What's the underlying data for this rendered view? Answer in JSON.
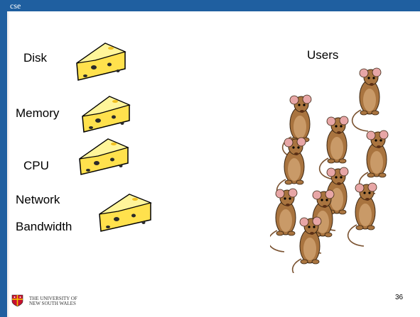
{
  "header": {
    "title": "cse"
  },
  "resources": [
    {
      "label": "Disk"
    },
    {
      "label": "Memory"
    },
    {
      "label": "CPU"
    },
    {
      "label": "Network"
    },
    {
      "label": "Bandwidth"
    }
  ],
  "users_label": "Users",
  "icons": {
    "cheese": "cheese-icon",
    "mouse": "mouse-icon"
  },
  "footer": {
    "logo_line1": "THE UNIVERSITY OF",
    "logo_line2": "NEW SOUTH WALES",
    "page_number": "36"
  },
  "colors": {
    "bar": "#1f5fa0",
    "cheese_fill": "#ffe14d",
    "cheese_top": "#fff59a",
    "mouse_fur": "#a9743f",
    "mouse_ear": "#e7a6a6"
  }
}
